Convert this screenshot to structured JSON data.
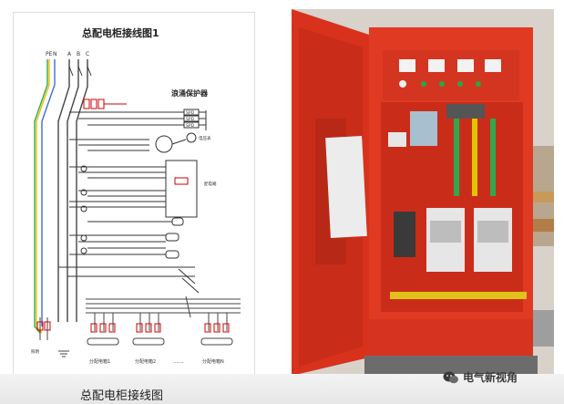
{
  "diagram": {
    "title": "总配电柜接线图1",
    "bus_labels": [
      "PE",
      "N",
      "A",
      "B",
      "C"
    ],
    "surge_protector_label": "浪涌保护器",
    "spd_labels": [
      "SPD",
      "SPD",
      "SPD"
    ],
    "meter_label": "电压表",
    "breaker_label": "配电箱",
    "left_bottom_label": "照明",
    "feeders": [
      "分配电箱1",
      "分配电箱2",
      "分配电箱N"
    ],
    "dots": "......"
  },
  "caption": "总配电柜接线图",
  "brand": "电气新视角"
}
